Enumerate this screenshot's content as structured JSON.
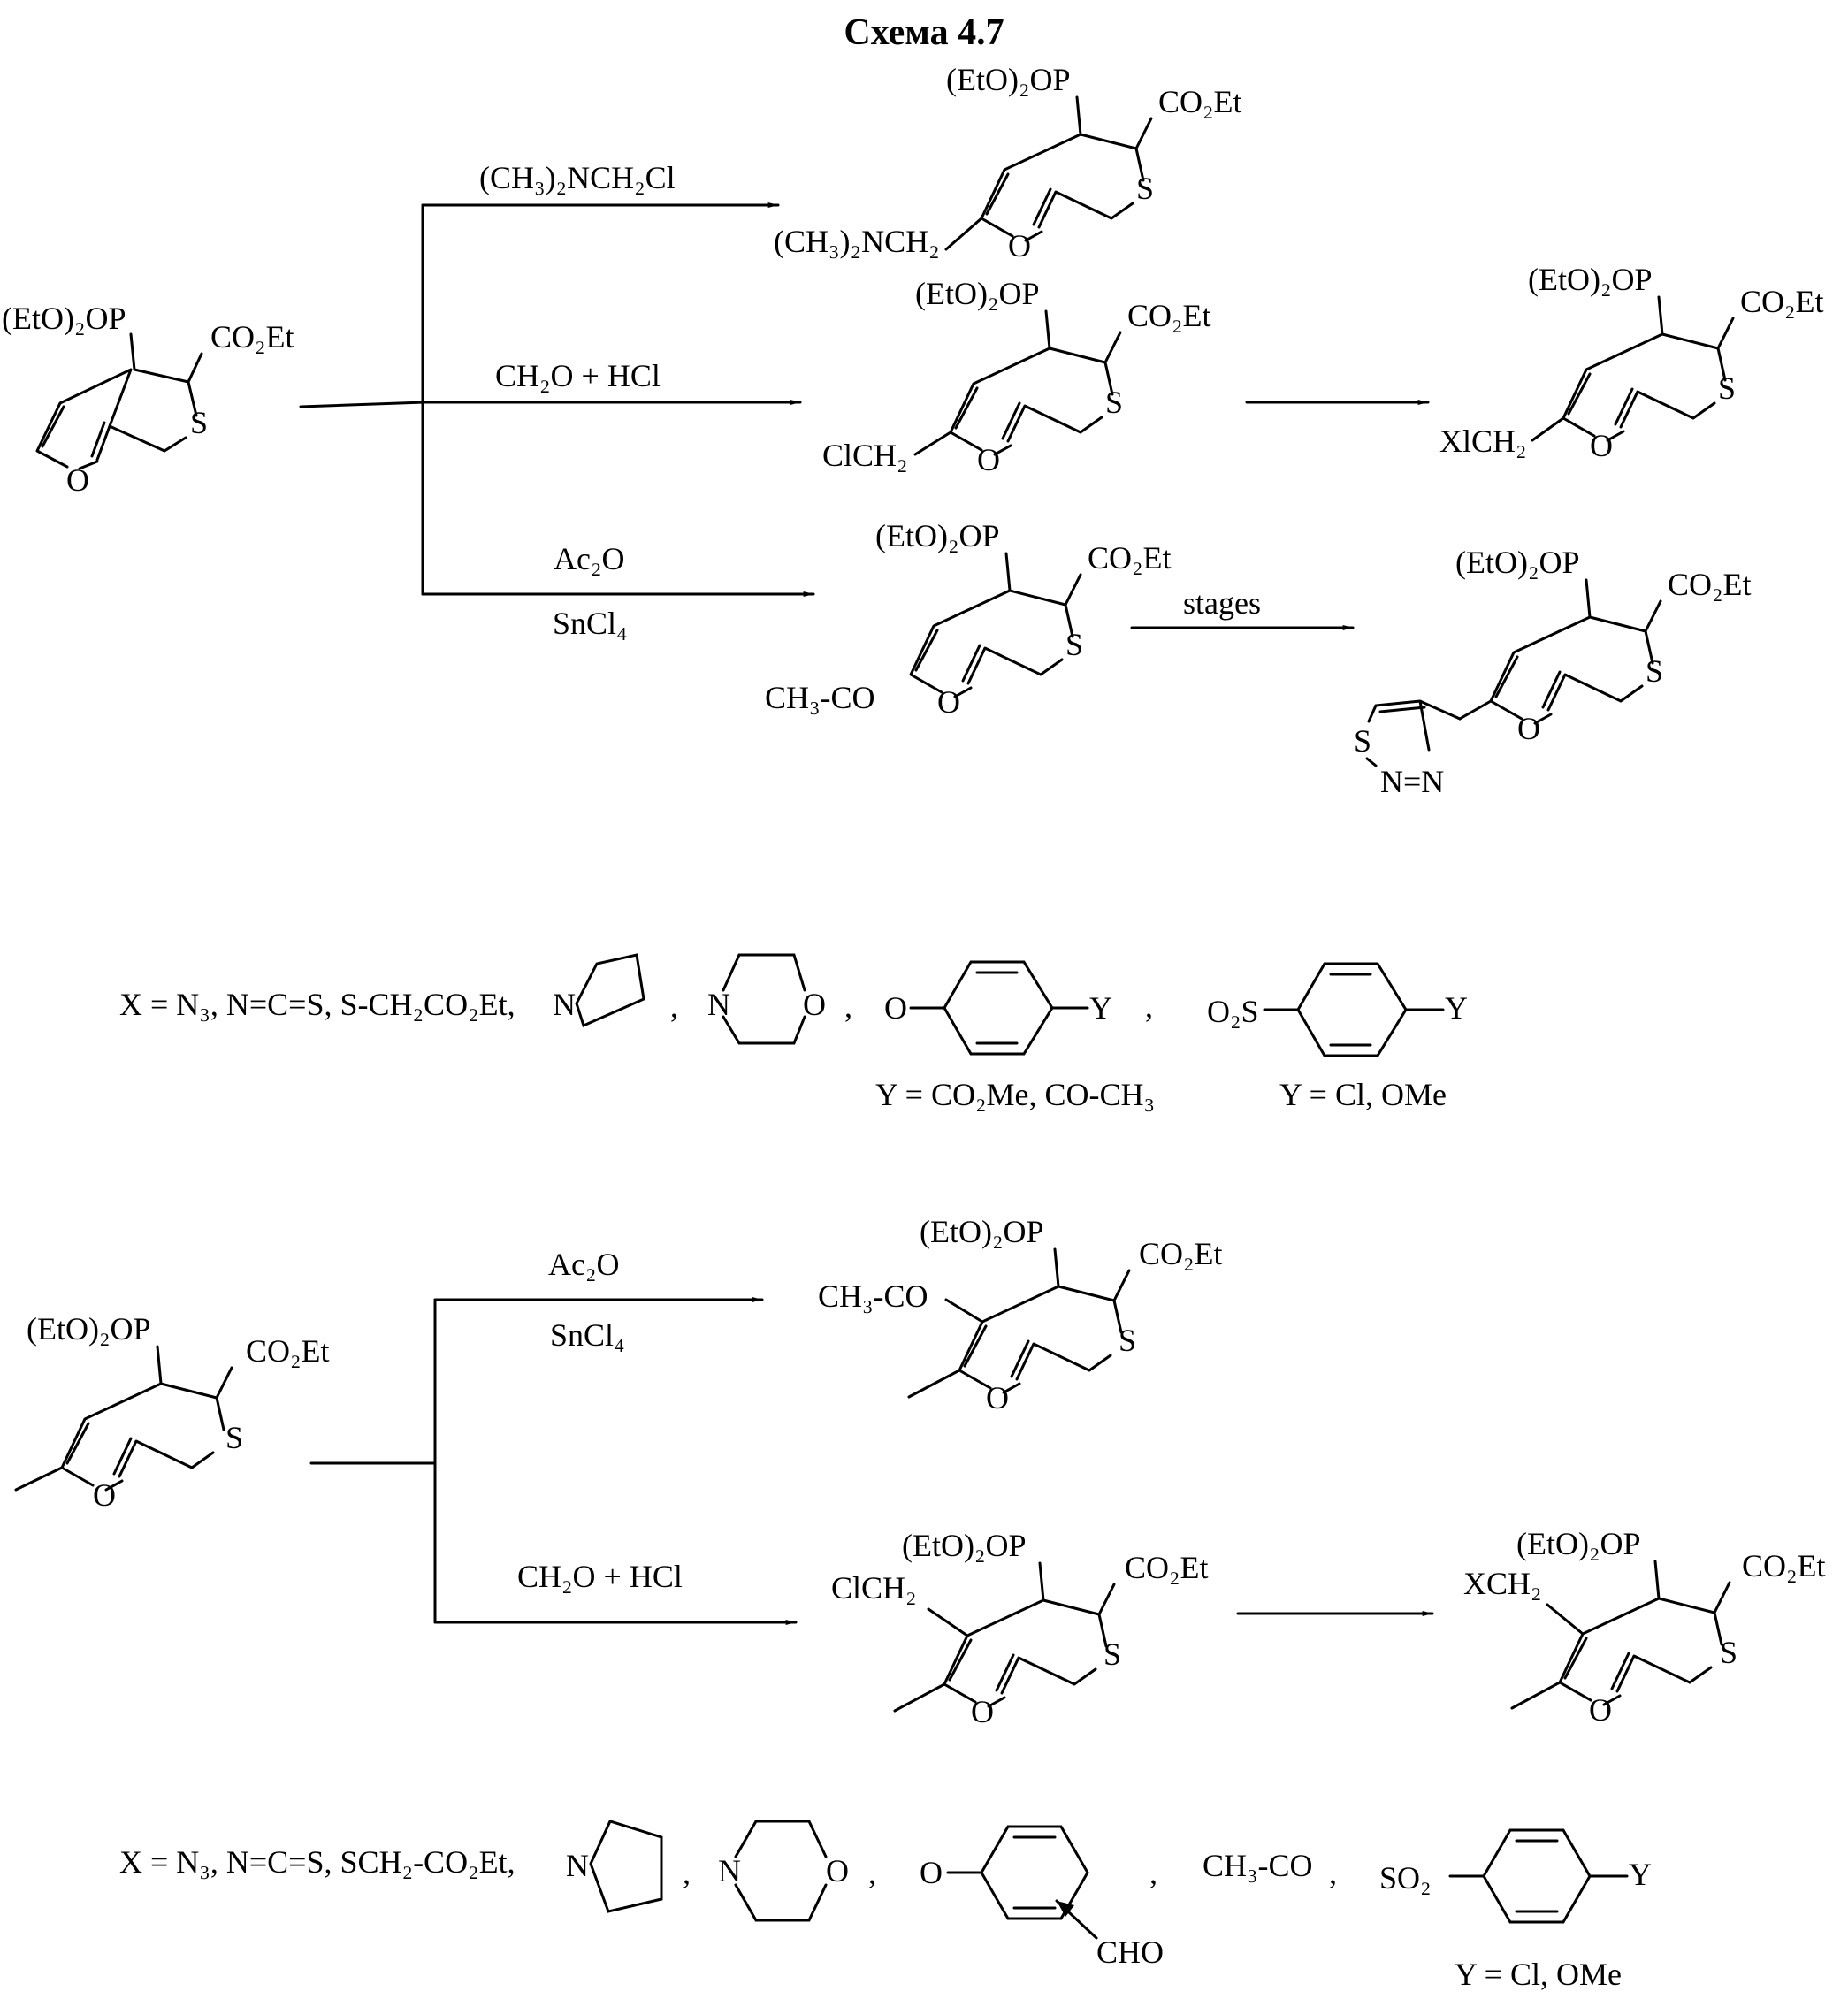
{
  "title": "Схема 4.7",
  "common": {
    "phosphonate": "(EtO)₂OP",
    "ester": "CO₂Et",
    "ring_o": "O",
    "ring_s": "S"
  },
  "top": {
    "reagent_1": "(CH₃)₂NCH₂Cl",
    "reagent_2": "CH₂O + HCl",
    "reagent_3a": "Ac₂O",
    "reagent_3b": "SnCl₄",
    "stages": "stages",
    "sub_mannich": "(CH₃)₂NCH₂",
    "sub_chloro": "ClCH₂",
    "sub_x": "XlCH₂",
    "sub_acetyl": "CH₃-CO",
    "thiadiazole_s": "S",
    "thiadiazole_nn": "N=N"
  },
  "x_list_1": {
    "items": "X = N₃, N=C=S, S-CH₂CO₂Et,",
    "n": "N",
    "o": "O",
    "y": "Y",
    "so2": "O₂S",
    "comma": ",",
    "y_note_1": "Y = CO₂Me, CO-CH₃",
    "y_note_2": "Y = Cl, OMe"
  },
  "bottom": {
    "reagent_1a": "Ac₂O",
    "reagent_1b": "SnCl₄",
    "reagent_2": "CH₂O + HCl",
    "sub_acetyl": "CH₃-CO",
    "sub_chloro": "ClCH₂",
    "sub_x": "XCH₂"
  },
  "x_list_2": {
    "items": "X = N₃, N=C=S, SCH₂-CO₂Et,",
    "n": "N",
    "o": "O",
    "cho": "CHO",
    "acetyl": "CH₃-CO",
    "so2": "SO₂",
    "y": "Y",
    "comma": ",",
    "y_note": "Y = Cl, OMe"
  }
}
